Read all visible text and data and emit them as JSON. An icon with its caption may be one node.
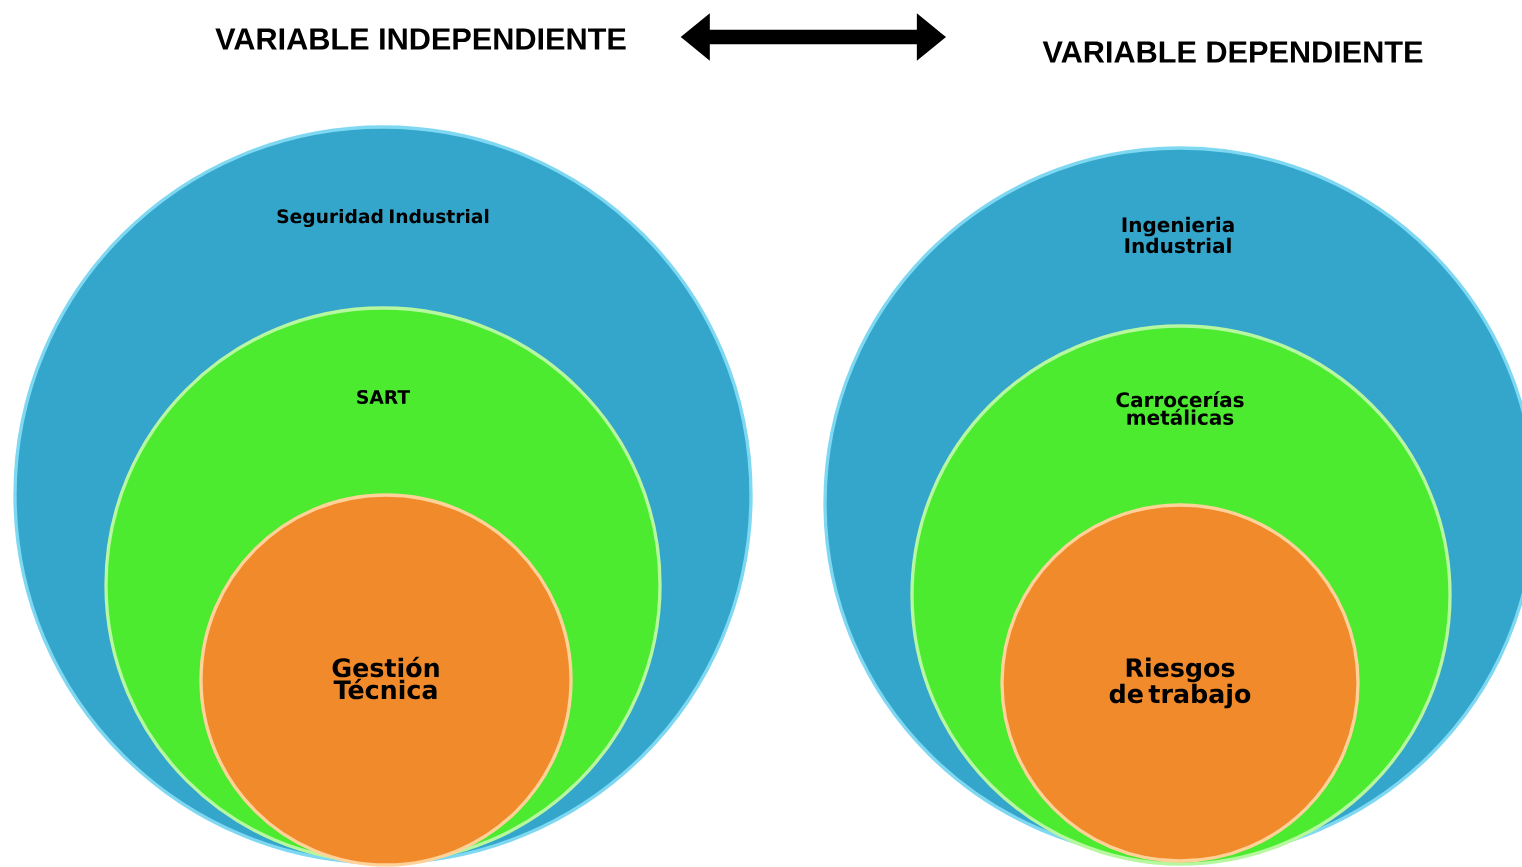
{
  "diagram": {
    "nodes": [
      {
        "text": [
          "VARIABLE INDEPENDIENTE"
        ]
      },
      {
        "text": [
          "VARIABLE DEPENDIENTE"
        ]
      },
      {
        "text": [
          "Seguridad Industrial"
        ]
      },
      {
        "text": [
          "SART"
        ],
        "in": 2
      },
      {
        "text": [
          "Gestión Técnica"
        ],
        "in": 3
      },
      {
        "text": [
          "Ingenieria Industrial"
        ]
      },
      {
        "text": [
          "Carrocerías metálicas"
        ],
        "in": 5
      },
      {
        "text": [
          "Riesgos de trabajo"
        ],
        "in": 6
      }
    ],
    "edges": [
      {
        "from": 0,
        "to": 1,
        "arrow": "both"
      }
    ]
  }
}
